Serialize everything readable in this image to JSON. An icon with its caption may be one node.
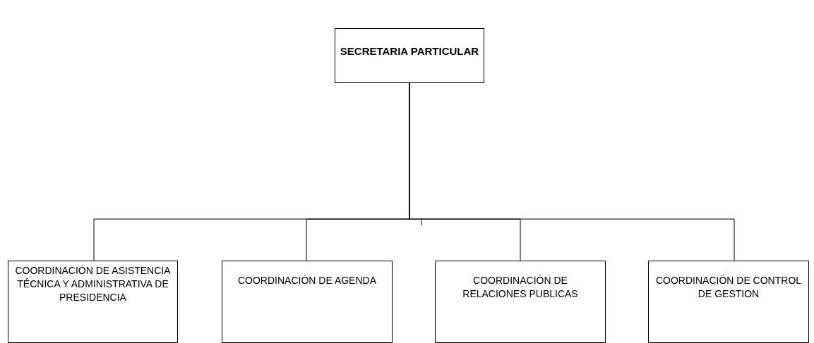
{
  "diagram": {
    "nodes": [
      {
        "text": [
          "SECRETARIA PARTICULAR"
        ]
      },
      {
        "text": [
          "COORDINACIÓN DE ASISTENCIA TÉCNICA Y ADMINISTRATIVA DE PRESIDENCIA"
        ]
      },
      {
        "text": [
          "COORDINACIÓN DE AGENDA"
        ]
      },
      {
        "text": [
          "COORDINACIÓN DE RELACIONES PUBLICAS"
        ]
      },
      {
        "text": [
          "COORDINACIÓN DE CONTROL DE GESTION"
        ]
      }
    ],
    "edges": [
      {
        "from": 0,
        "to": 1,
        "arrow": "none"
      },
      {
        "from": 0,
        "to": 2,
        "arrow": "none"
      },
      {
        "from": 0,
        "to": 3,
        "arrow": "none"
      },
      {
        "from": 0,
        "to": 4,
        "arrow": "none"
      }
    ]
  }
}
